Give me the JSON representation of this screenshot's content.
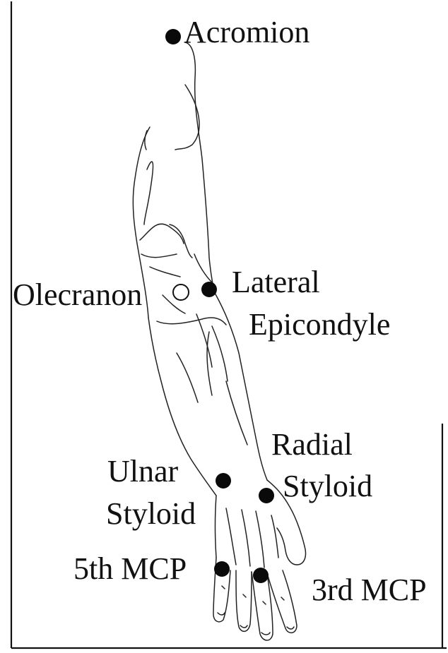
{
  "figure": {
    "landmarks": [
      {
        "id": "acromion",
        "label": "Acromion",
        "marker": "filled"
      },
      {
        "id": "olecranon",
        "label": "Olecranon",
        "marker": "hollow"
      },
      {
        "id": "lateral-epicondyle",
        "label_lines": [
          "Lateral",
          "Epicondyle"
        ],
        "marker": "filled"
      },
      {
        "id": "radial-styloid",
        "label_lines": [
          "Radial",
          "Styloid"
        ],
        "marker": "filled"
      },
      {
        "id": "ulnar-styloid",
        "label_lines": [
          "Ulnar",
          "Styloid"
        ],
        "marker": "filled"
      },
      {
        "id": "5th-mcp",
        "label": "5th MCP",
        "marker": "filled"
      },
      {
        "id": "3rd-mcp",
        "label": "3rd MCP",
        "marker": "filled"
      }
    ],
    "colors": {
      "ink": "#111111",
      "marker": "#0a0a0a",
      "background": "#ffffff"
    }
  }
}
